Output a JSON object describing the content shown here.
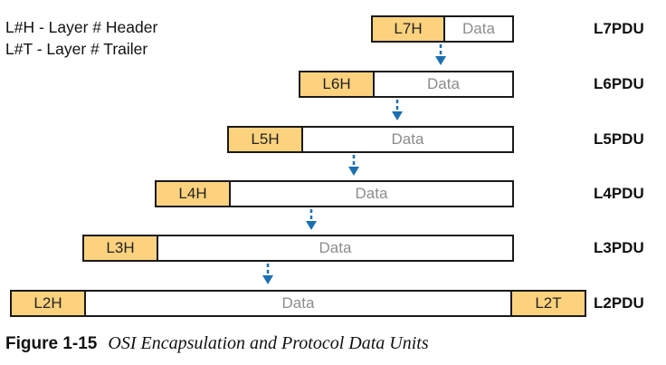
{
  "legend": {
    "header_line": "L#H - Layer # Header",
    "trailer_line": "L#T - Layer # Trailer"
  },
  "data_label": "Data",
  "colors": {
    "header_fill": "#fcd27e",
    "arrow": "#1a6fb0",
    "data_text": "#8c8c8c"
  },
  "layers": [
    {
      "header": "L7H",
      "pdu": "L7PDU"
    },
    {
      "header": "L6H",
      "pdu": "L6PDU"
    },
    {
      "header": "L5H",
      "pdu": "L5PDU"
    },
    {
      "header": "L4H",
      "pdu": "L4PDU"
    },
    {
      "header": "L3H",
      "pdu": "L3PDU"
    },
    {
      "header": "L2H",
      "trailer": "L2T",
      "pdu": "L2PDU"
    }
  ],
  "caption": {
    "label": "Figure 1-15",
    "text": "OSI Encapsulation and Protocol Data Units"
  }
}
